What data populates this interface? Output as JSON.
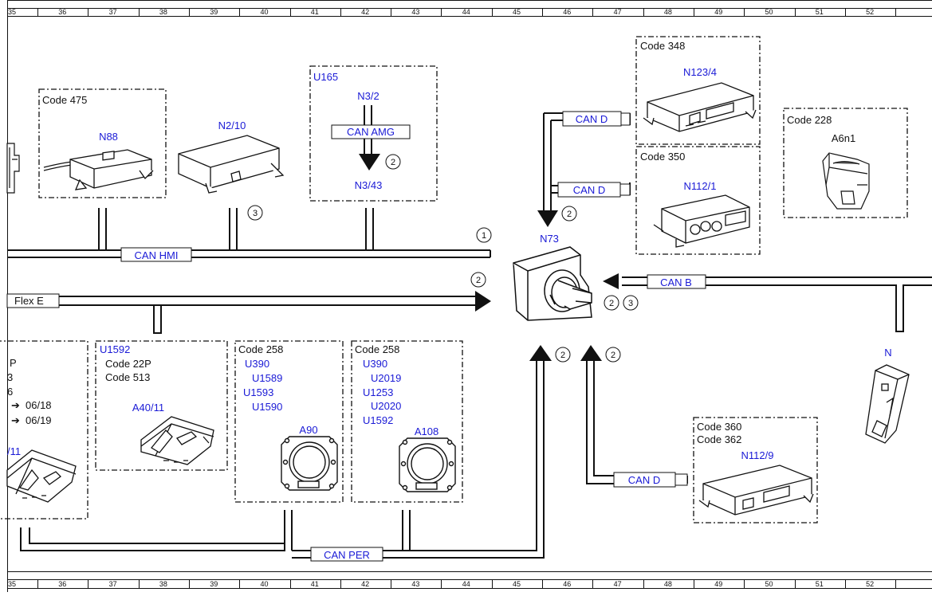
{
  "ruler": {
    "numbers": [
      "35",
      "36",
      "37",
      "38",
      "39",
      "40",
      "41",
      "42",
      "43",
      "44",
      "45",
      "46",
      "47",
      "48",
      "49",
      "50",
      "51",
      "52"
    ]
  },
  "bus_labels": {
    "can_hmi": "CAN HMI",
    "flex_e": "Flex E",
    "can_amg": "CAN AMG",
    "can_d_1": "CAN D",
    "can_d_2": "CAN D",
    "can_d_3": "CAN D",
    "can_b": "CAN B",
    "can_per": "CAN PER"
  },
  "components": {
    "n88": {
      "code": "Code 475",
      "name": "N88"
    },
    "n2_10": {
      "name": "N2/10"
    },
    "amg_box": {
      "code": "U165",
      "top": "N3/2",
      "bottom": "N3/43"
    },
    "n123_4": {
      "code": "Code 348",
      "name": "N123/4"
    },
    "n112_1": {
      "code": "Code 350",
      "name": "N112/1"
    },
    "a6n1": {
      "code": "Code 228",
      "name": "A6n1"
    },
    "n73": {
      "name": "N73"
    },
    "n_right": {
      "name": "N"
    },
    "left_partial": {
      "l1": "P",
      "l2": "3",
      "l3": "6",
      "l4": "06/18",
      "l5": "06/19",
      "name": "/11"
    },
    "a40_11": {
      "code1": "U1592",
      "code2": "Code 22P",
      "code3": "Code 513",
      "name": "A40/11"
    },
    "a90": {
      "code": "Code 258",
      "c1": "U390",
      "c2": "U1589",
      "c3": "U1593",
      "c4": "U1590",
      "name": "A90"
    },
    "a108": {
      "code": "Code 258",
      "c1": "U390",
      "c2": "U2019",
      "c3": "U1253",
      "c4": "U2020",
      "c5": "U1592",
      "name": "A108"
    },
    "n112_9": {
      "code1": "Code 360",
      "code2": "Code 362",
      "name": "N112/9"
    }
  },
  "markers": {
    "m3_n2": "3",
    "m2_amg": "2",
    "m1": "1",
    "m2_flex": "2",
    "m2_cand": "2",
    "m2_canb": "2",
    "m3_canb": "3",
    "m2_up1": "2",
    "m2_up2": "2"
  }
}
